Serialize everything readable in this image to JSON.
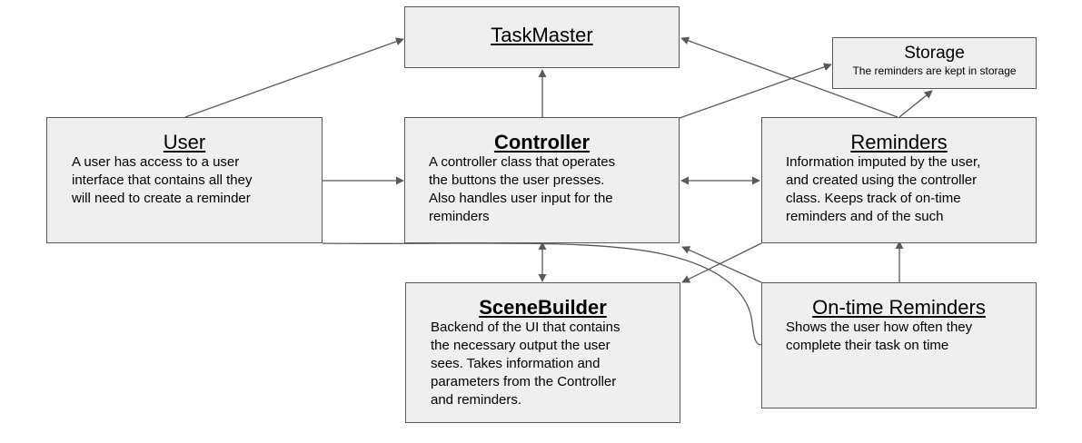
{
  "nodes": {
    "taskmaster": {
      "title": "TaskMaster"
    },
    "storage": {
      "title": "Storage",
      "subtitle": "The reminders are kept in storage"
    },
    "user": {
      "title": "User",
      "lines": [
        "A user has access to a user",
        "interface that contains all they",
        "will need to create a reminder"
      ]
    },
    "controller": {
      "title": "Controller",
      "lines": [
        "A controller class that operates",
        "the buttons the user presses.",
        "Also handles user input for the",
        "reminders"
      ]
    },
    "reminders": {
      "title": "Reminders",
      "lines": [
        "Information imputed by the user,",
        "and created using the controller",
        "class. Keeps track of on-time",
        "reminders and of the such"
      ]
    },
    "scenebuilder": {
      "title": "SceneBuilder",
      "lines": [
        "Backend of the UI that contains",
        "the necessary output the user",
        "sees. Takes information and",
        "parameters from the Controller",
        "and reminders."
      ]
    },
    "ontime": {
      "title": "On-time Reminders",
      "lines": [
        "Shows the user how often they",
        "complete their task on time"
      ]
    }
  },
  "edges": [
    {
      "from": "User",
      "to": "TaskMaster"
    },
    {
      "from": "User",
      "to": "Controller"
    },
    {
      "from": "User",
      "to": "On-time Reminders"
    },
    {
      "from": "Controller",
      "to": "TaskMaster"
    },
    {
      "from": "Controller",
      "to": "Storage"
    },
    {
      "from": "Controller",
      "to": "Reminders",
      "bidirectional": true
    },
    {
      "from": "Controller",
      "to": "SceneBuilder",
      "bidirectional": true
    },
    {
      "from": "Reminders",
      "to": "TaskMaster"
    },
    {
      "from": "Reminders",
      "to": "Storage"
    },
    {
      "from": "Reminders",
      "to": "SceneBuilder"
    },
    {
      "from": "On-time Reminders",
      "to": "Reminders"
    },
    {
      "from": "On-time Reminders",
      "to": "Controller"
    }
  ],
  "colors": {
    "box_fill": "#efefef",
    "box_border": "#595959",
    "connector": "#595959"
  }
}
